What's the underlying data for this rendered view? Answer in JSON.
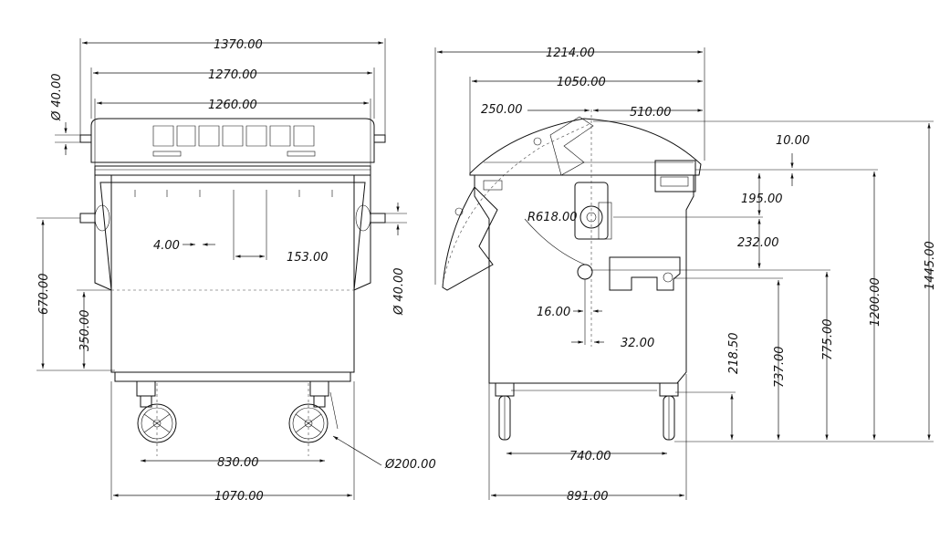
{
  "front_view": {
    "dim_width_overall": "1370.00",
    "dim_width_lid": "1270.00",
    "dim_width_body_top": "1260.00",
    "dim_pin_diameter_top": "Ø 40.00",
    "dim_pin_diameter_side": "Ø 40.00",
    "dim_rib_gap": "4.00",
    "dim_rib_spacing": "153.00",
    "dim_pin_height": "670.00",
    "dim_side_height": "350.00",
    "dim_wheel_track": "830.00",
    "dim_wheel_diameter": "Ø200.00",
    "dim_base_width": "1070.00"
  },
  "side_view": {
    "dim_depth_overall": "1214.00",
    "dim_depth_lid": "1050.00",
    "dim_lid_offset": "250.00",
    "dim_hinge_offset": "510.00",
    "dim_lid_lip": "10.00",
    "dim_lid_radius": "R618.00",
    "dim_pivot_drop": "195.00",
    "dim_pin_drop": "232.00",
    "dim_pivot_gap": "16.00",
    "dim_pivot_width": "32.00",
    "dim_wheel_axle": "218.50",
    "dim_pin_height": "737.00",
    "dim_pivot_height": "775.00",
    "dim_body_height": "1200.00",
    "dim_total_height": "1445.00",
    "dim_wheel_base": "740.00",
    "dim_base_depth": "891.00"
  }
}
